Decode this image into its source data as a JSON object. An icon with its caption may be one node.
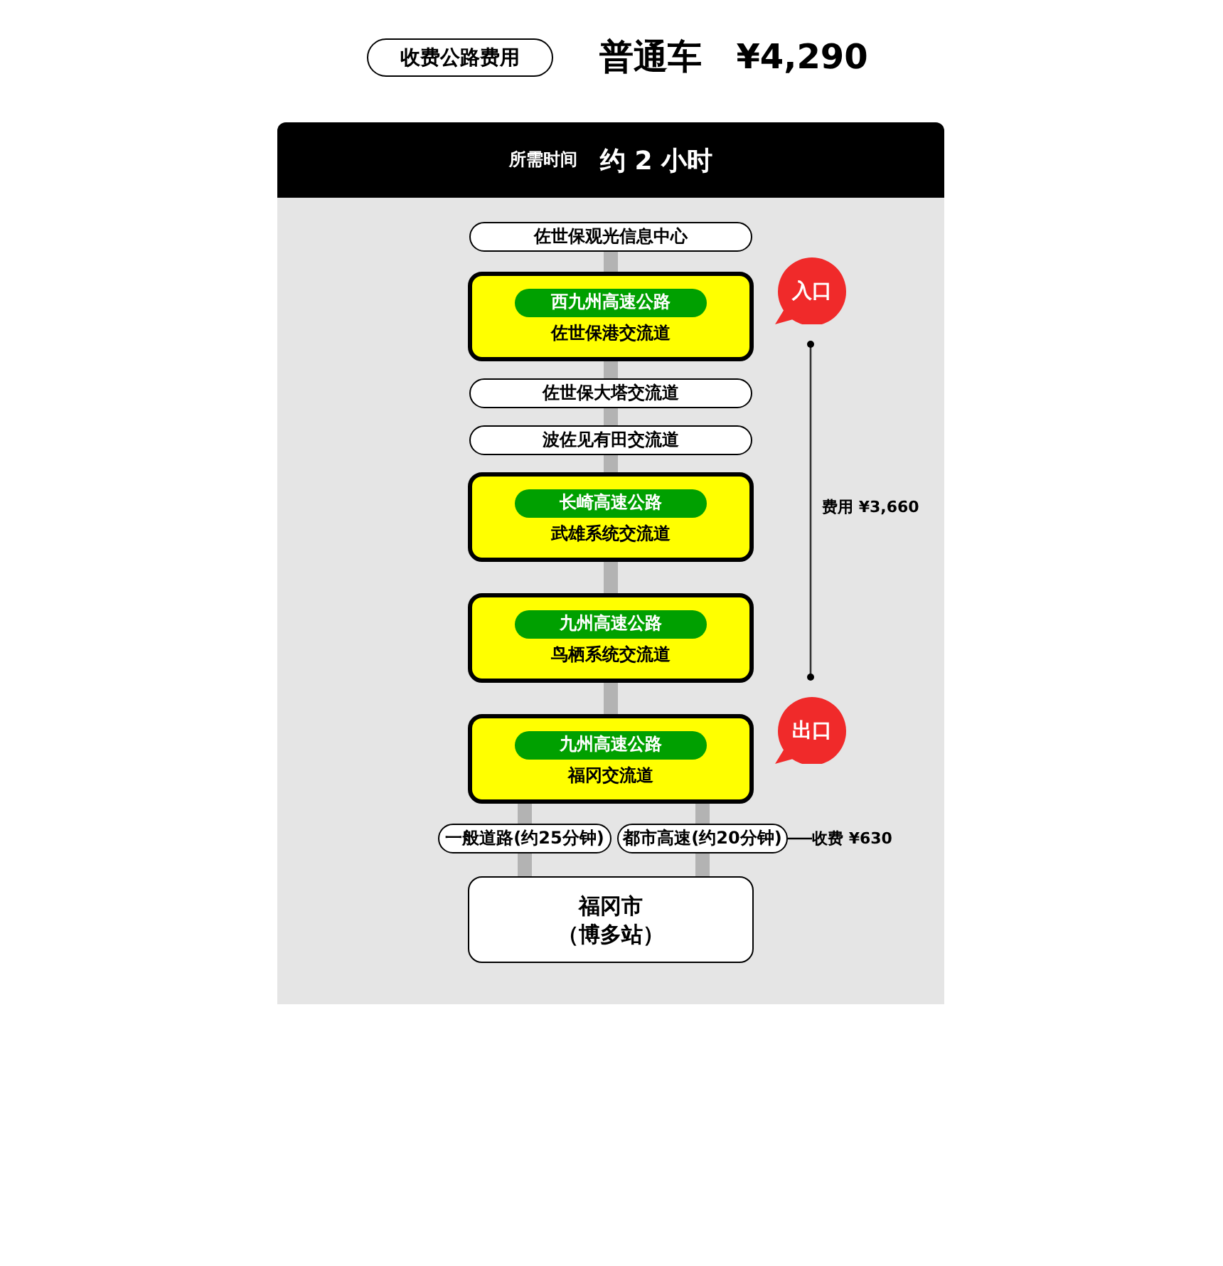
{
  "diagram": {
    "nodes": [
      {
        "text": [
          "所需时间",
          "约 2 小时"
        ]
      },
      {
        "text": [
          "佐世保观光信息中心"
        ],
        "in": 0
      },
      {
        "text": [
          "西九州高速公路",
          "佐世保港交流道"
        ],
        "in": 0,
        "beside": [
          "入口"
        ]
      },
      {
        "text": [
          "佐世保大塔交流道"
        ],
        "in": 0
      },
      {
        "text": [
          "波佐见有田交流道"
        ],
        "in": 0
      },
      {
        "text": [
          "长崎高速公路",
          "武雄系统交流道"
        ],
        "in": 0
      },
      {
        "text": [
          "九州高速公路",
          "鸟栖系统交流道"
        ],
        "in": 0
      },
      {
        "text": [
          "九州高速公路",
          "福冈交流道"
        ],
        "in": 0,
        "beside": [
          "出口"
        ]
      },
      {
        "text": [
          "一般道路(约25分钟)"
        ],
        "in": 0
      },
      {
        "text": [
          "都市高速(约20分钟)"
        ],
        "in": 0
      },
      {
        "text": [
          "福冈市",
          "（博多站）"
        ],
        "in": 0
      },
      {
        "text": [
          "收费 ¥630"
        ],
        "in": 0
      }
    ],
    "edges": [
      {
        "from": 1,
        "to": 2,
        "arrow": "none"
      },
      {
        "from": 2,
        "to": 3,
        "arrow": "none"
      },
      {
        "from": 3,
        "to": 4,
        "arrow": "none"
      },
      {
        "from": 4,
        "to": 5,
        "arrow": "none"
      },
      {
        "from": 5,
        "to": 6,
        "arrow": "none"
      },
      {
        "from": 6,
        "to": 7,
        "arrow": "none"
      },
      {
        "from": 7,
        "to": 8,
        "arrow": "none"
      },
      {
        "from": 7,
        "to": 9,
        "arrow": "none"
      },
      {
        "from": 8,
        "to": 10,
        "arrow": "none"
      },
      {
        "from": 9,
        "to": 10,
        "arrow": "none"
      },
      {
        "from": 11,
        "to": 9,
        "arrow": "none",
        "color": "#000000"
      }
    ],
    "labels": [
      "收费公路费用",
      "普通车",
      "¥4,290",
      "费用 ¥3,660"
    ]
  }
}
